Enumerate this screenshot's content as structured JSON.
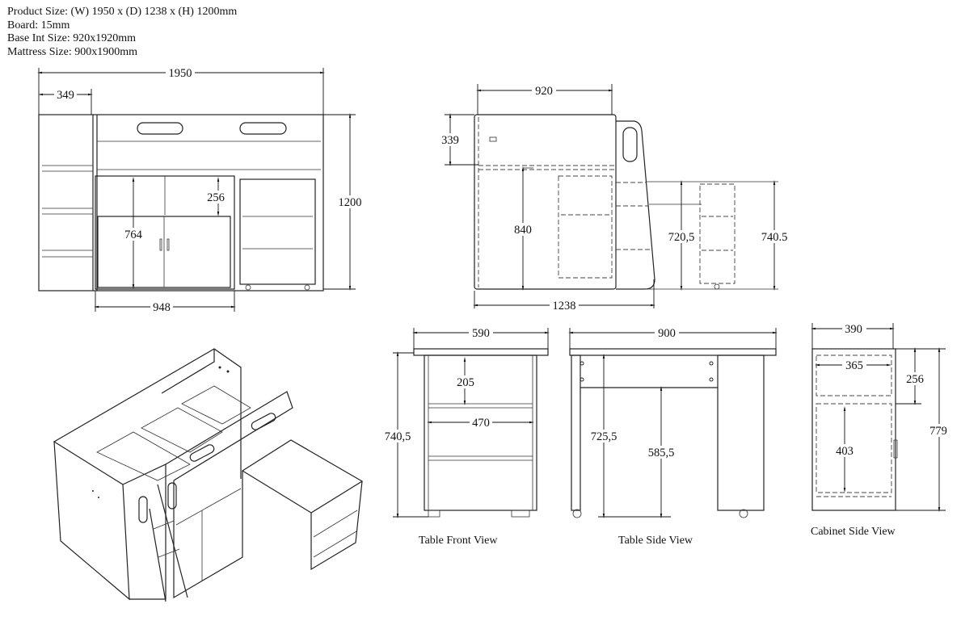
{
  "specs": {
    "product_size": "Product Size: (W) 1950 x (D) 1238 x (H) 1200mm",
    "board": "Board: 15mm",
    "base_int_size": "Base Int Size: 920x1920mm",
    "mattress_size": "Mattress Size: 900x1900mm"
  },
  "front_view": {
    "width": "1950",
    "ladder_width": "349",
    "height": "1200",
    "cabinet_width": "948",
    "top_gap": "256",
    "cabinet_height": "764"
  },
  "side_view": {
    "base_width": "920",
    "top_height": "339",
    "under_height": "840",
    "depth": "1238",
    "table_inner_height": "720,5",
    "table_height": "740.5"
  },
  "table_front_view": {
    "title": "Table Front View",
    "width": "590",
    "height": "740,5",
    "shelf_height": "205",
    "inner_width": "470"
  },
  "table_side_view": {
    "title": "Table Side View",
    "width": "900",
    "height": "725,5",
    "leg_height": "585,5"
  },
  "cabinet_side_view": {
    "title": "Cabinet Side View",
    "width": "390",
    "inner_width": "365",
    "top_height": "256",
    "height": "779",
    "door_height": "403"
  }
}
